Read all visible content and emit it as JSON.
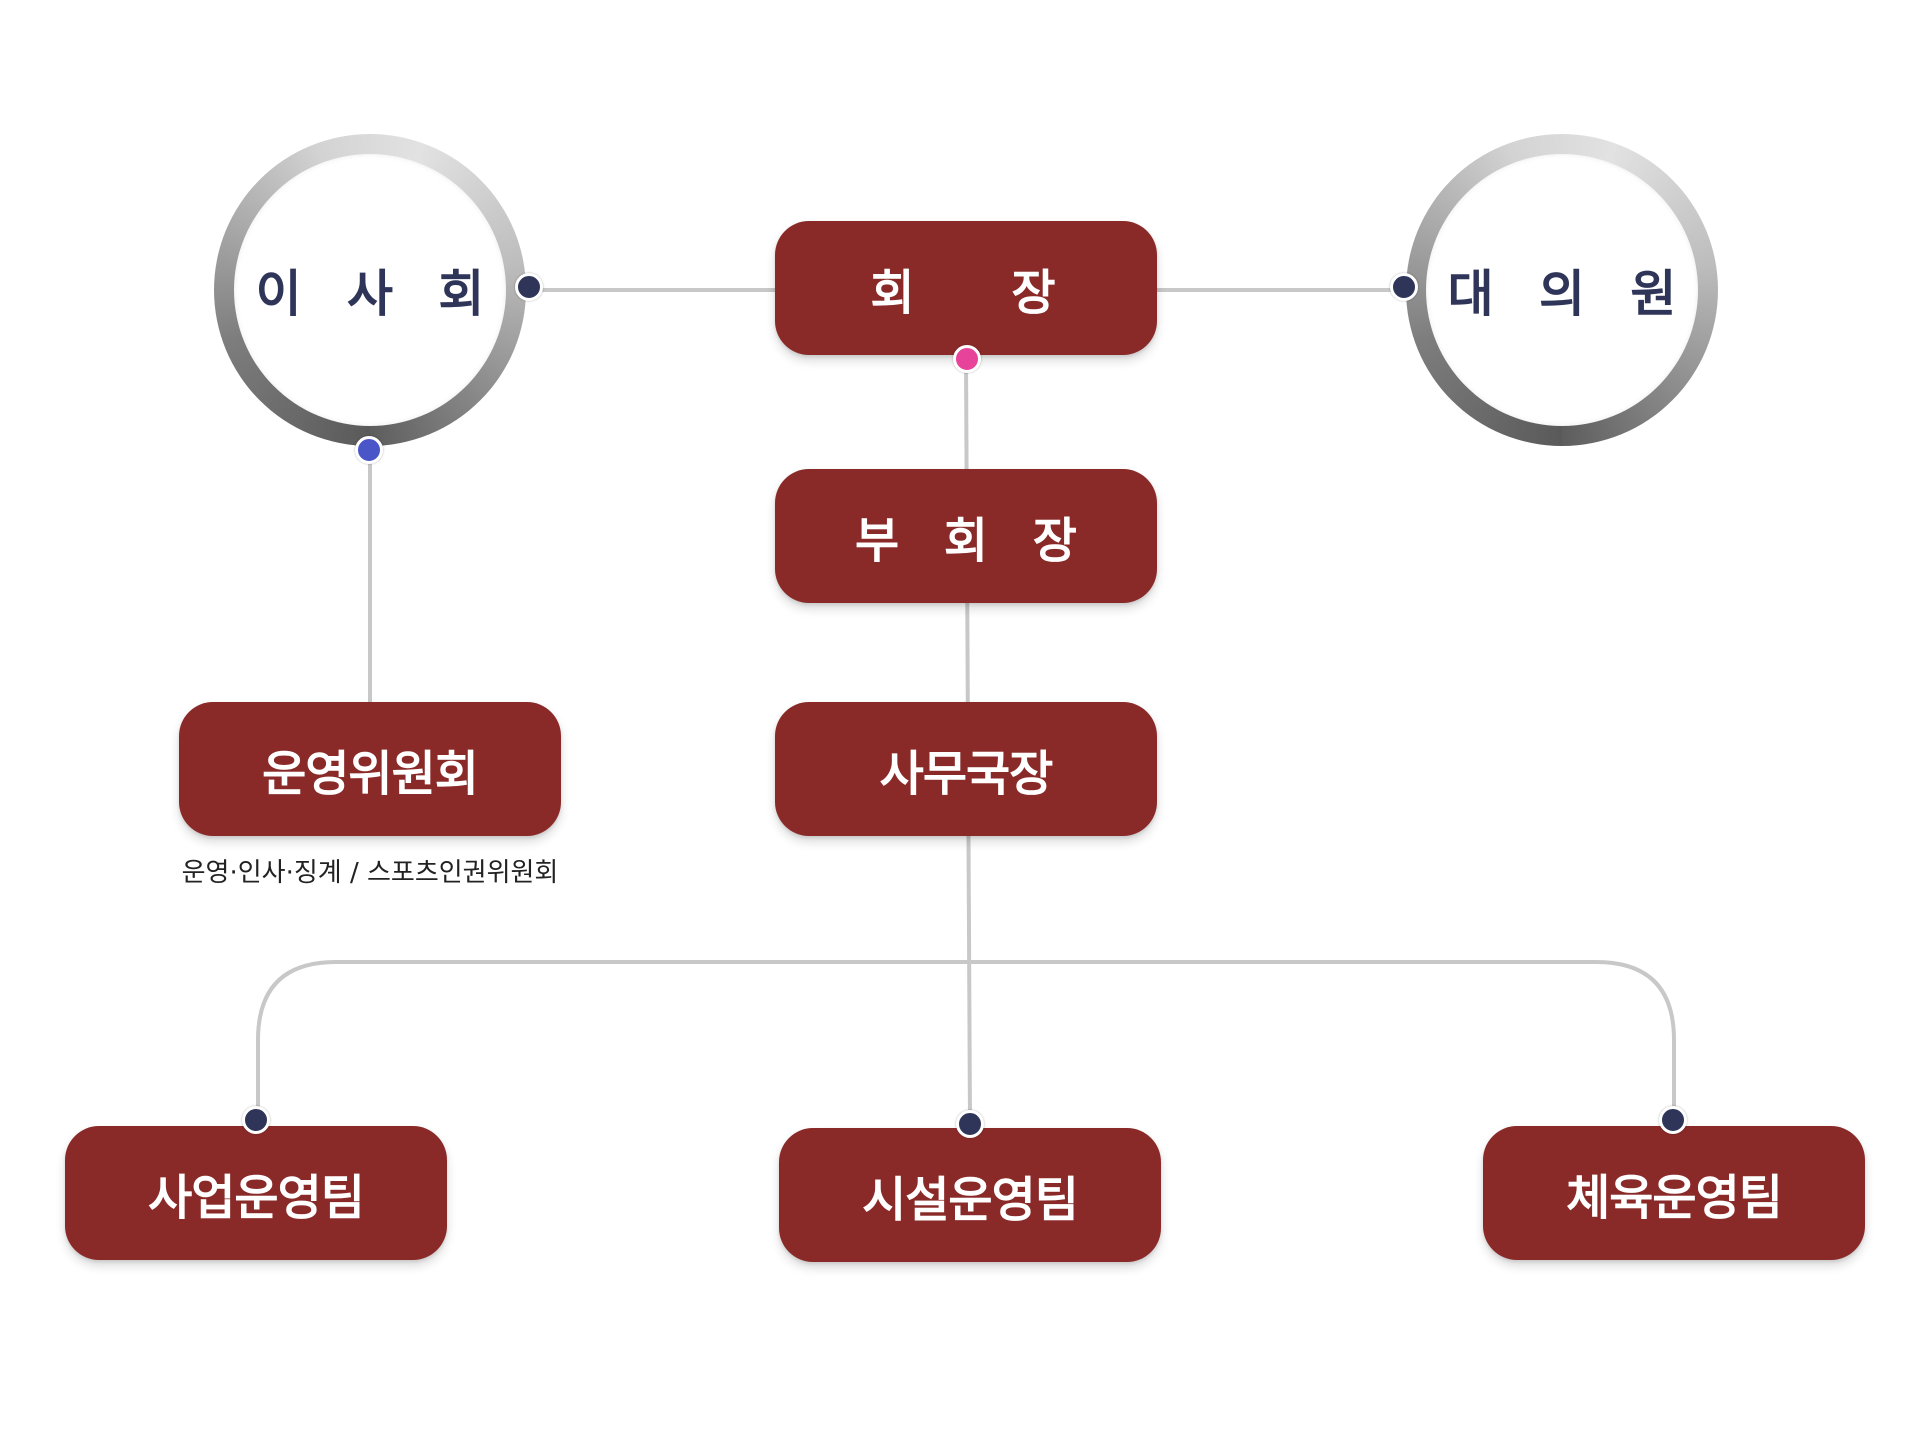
{
  "nodes": {
    "board": {
      "label": "이 사 회"
    },
    "president": {
      "label": "회    장"
    },
    "assembly": {
      "label": "대 의 원"
    },
    "vice_president": {
      "label": "부 회 장"
    },
    "operations_committee": {
      "label": "운영위원회",
      "note": "운영·인사·징계 / 스포츠인권위원회"
    },
    "secretary_general": {
      "label": "사무국장"
    },
    "business_team": {
      "label": "사업운영팀"
    },
    "facility_team": {
      "label": "시설운영팀"
    },
    "sports_team": {
      "label": "체육운영팀"
    }
  },
  "colors": {
    "box_fill": "#8a2a28",
    "box_text": "#ffffff",
    "circle_text": "#2e3558",
    "connector_line": "#c8c8c8",
    "dot_navy": "#2e3558",
    "dot_pink": "#e8439a",
    "dot_blue": "#4a55c8"
  },
  "icons": {
    "connector_dot": "circle-dot-icon"
  }
}
